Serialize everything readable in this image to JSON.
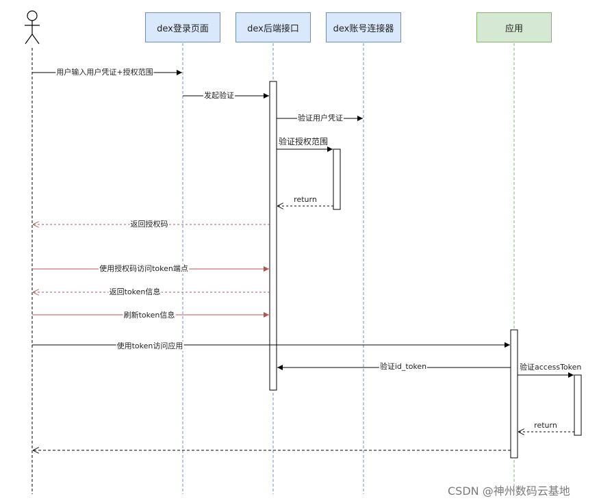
{
  "participants": {
    "login_page": "dex登录页面",
    "backend_api": "dex后端接口",
    "account_connector": "dex账号连接器",
    "application": "应用"
  },
  "messages": {
    "m1": "用户输入用户凭证+授权范围",
    "m2": "发起验证",
    "m3": "验证用户凭证",
    "m4": "验证授权范围",
    "m5": "return",
    "m6": "返回授权码",
    "m7": "使用授权码访问token端点",
    "m8": "返回token信息",
    "m9": "刷新token信息",
    "m10": "使用token访问应用",
    "m11": "验证id_token",
    "m12": "验证accessToken",
    "m13": "return"
  },
  "watermark": "CSDN @神州数码云基地",
  "colors": {
    "lifeline_blue": "#6c8ebf",
    "lifeline_green": "#82b366",
    "message_black": "#000000",
    "message_red": "#b85450"
  }
}
